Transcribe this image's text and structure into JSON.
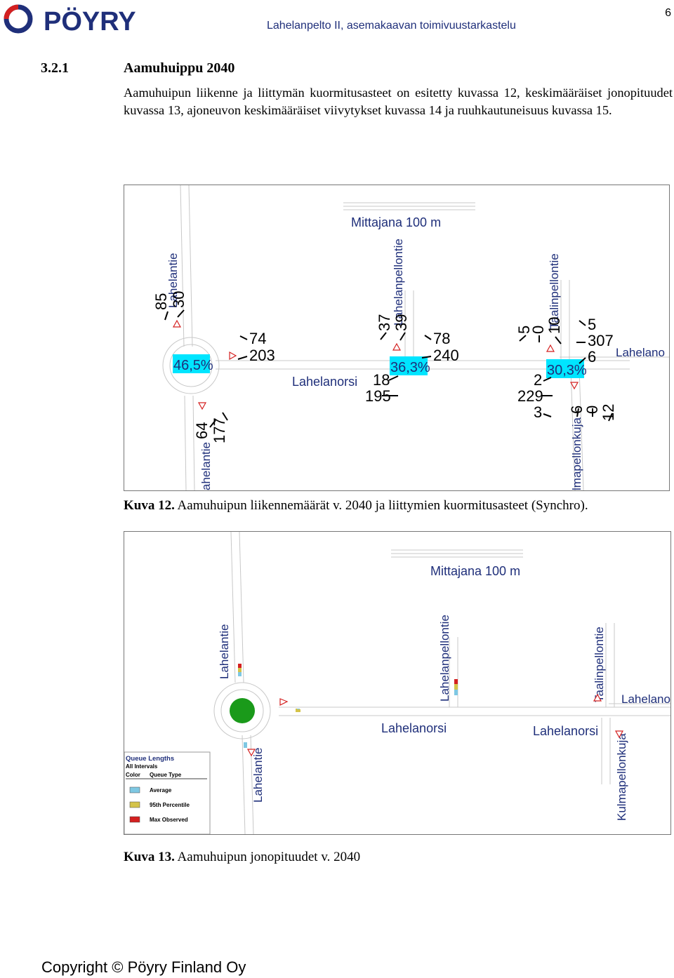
{
  "header": {
    "brand": "PÖYRY",
    "document_title": "Lahelanpelto II, asemakaavan toimivuustarkastelu",
    "page_number": "6"
  },
  "section": {
    "number": "3.2.1",
    "title": "Aamuhuippu 2040",
    "intro": "Aamuhuipun liikenne ja liittymän kuormitusasteet on esitetty kuvassa 12, keskimääräiset jonopituudet kuvassa 13, ajoneuvon keskimääräiset viivytykset kuvassa 14 ja ruuhkautuneisuus kuvassa 15."
  },
  "figure12": {
    "scale_label": "Mittajana 100 m",
    "roads": {
      "lahelantie_north": "Lahelantie",
      "lahelantie_south": "ahelantie",
      "lahelanpellontie": "Lahelanpellontie",
      "taalinpellontie": "Taalinpellontie",
      "lahelanorsi": "Lahelanorsi",
      "lahelano": "Lahelano",
      "kulmapellonkuja": "lmapellonkuja"
    },
    "loads": {
      "roundabout": "46,5%",
      "middle": "36,3%",
      "east": "30,3%"
    },
    "volumes": {
      "west_n1": "85",
      "west_n2": "30",
      "west_e1": "74",
      "west_e2": "203",
      "west_s1": "64",
      "west_s2": "177",
      "mid_n1": "37",
      "mid_n2": "39",
      "mid_e1": "78",
      "mid_e2": "240",
      "mid_w1": "18",
      "mid_w2": "195",
      "east_n1": "5",
      "east_n2": "0",
      "east_n3": "10",
      "east_e1": "5",
      "east_e2": "307",
      "east_e3": "6",
      "east_w1": "2",
      "east_w2": "229",
      "east_w3": "3",
      "east_s1": "6",
      "east_s2": "0",
      "east_s3": "12"
    },
    "caption_label": "Kuva 12.",
    "caption_text": " Aamuhuipun liikennemäärät v. 2040 ja liittymien kuormitusasteet (Synchro)."
  },
  "figure13": {
    "scale_label": "Mittajana 100 m",
    "roads": {
      "lahelantie_north": "Lahelantie",
      "lahelantie_south": "Lahelantie",
      "lahelanpellontie": "Lahelanpellontie",
      "taalinpellontie": "Taalinpellontie",
      "lahelanorsi_1": "Lahelanorsi",
      "lahelanorsi_2": "Lahelanorsi",
      "lahelano": "Lahelano",
      "kulmapellonkuja": "Kulmapellonkuja"
    },
    "legend": {
      "title": "Queue Lengths",
      "subtitle": "All Intervals",
      "col_color": "Color",
      "col_type": "Queue Type",
      "items": [
        "Average",
        "95th Percentile",
        "Max Observed"
      ],
      "colors": [
        "#7ec8e3",
        "#d4c34a",
        "#d42020"
      ]
    },
    "caption_label": "Kuva 13.",
    "caption_text": " Aamuhuipun jonopituudet v. 2040"
  },
  "footer": {
    "copyright": "Copyright © Pöyry Finland Oy"
  },
  "colors": {
    "brand_blue": "#1f2f7a",
    "brand_red": "#d42020",
    "load_box": "#00e5ff",
    "roundabout": "#1a9a1a"
  }
}
